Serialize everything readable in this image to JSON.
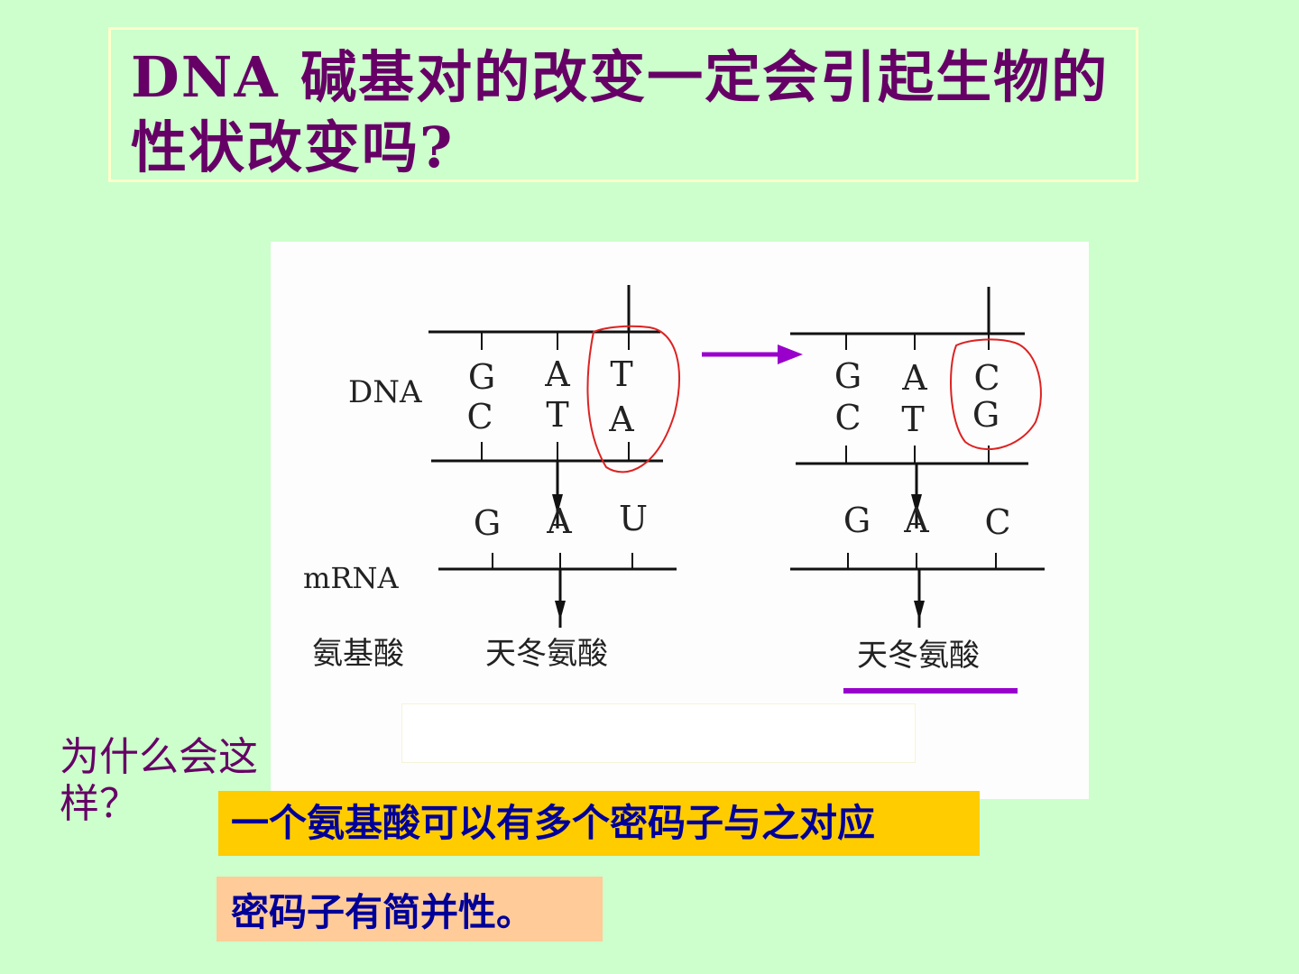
{
  "title": "DNA 碱基对的改变一定会引起生物的性状改变吗?",
  "question": "为什么会这样？",
  "answer_1": "一个氨基酸可以有多个密码子与之对应",
  "answer_2": "密码子有简并性。",
  "diagram": {
    "labels": {
      "dna": "DNA",
      "mrna": "mRNA",
      "amino_acid": "氨基酸"
    },
    "before": {
      "dna_top": [
        "G",
        "A",
        "T"
      ],
      "dna_bottom": [
        "C",
        "T",
        "A"
      ],
      "mrna": [
        "G",
        "A",
        "U"
      ],
      "amino_acid": "天冬氨酸"
    },
    "after": {
      "dna_top": [
        "G",
        "A",
        "C"
      ],
      "dna_bottom": [
        "C",
        "T",
        "G"
      ],
      "mrna": [
        "G",
        "A",
        "C"
      ],
      "amino_acid": "天冬氨酸"
    }
  },
  "colors": {
    "background": "#ccffcc",
    "title_text": "#660066",
    "title_border": "#ffffcc",
    "arrow": "#9900cc",
    "circle": "#dd2222",
    "answer_1_bg": "#ffcc00",
    "answer_2_bg": "#ffcc99",
    "answer_text": "#000099"
  }
}
